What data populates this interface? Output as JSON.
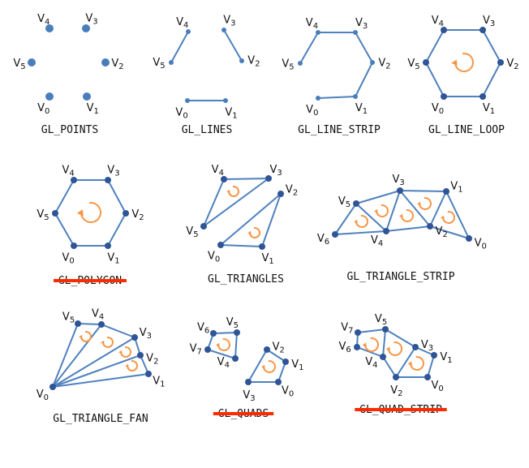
{
  "colors": {
    "line": "#4f81bd",
    "vertex": "#2f5597",
    "vertex_light": "#4a7ebb",
    "arrow": "#f79646",
    "strike": "#ff2a00",
    "text": "#111111"
  },
  "diagrams": [
    {
      "caption": "GL_POINTS",
      "deprecated": false,
      "vertices": [
        "V0",
        "V1",
        "V2",
        "V3",
        "V4",
        "V5"
      ]
    },
    {
      "caption": "GL_LINES",
      "deprecated": false,
      "vertices": [
        "V0",
        "V1",
        "V2",
        "V3",
        "V4",
        "V5"
      ]
    },
    {
      "caption": "GL_LINE_STRIP",
      "deprecated": false,
      "vertices": [
        "V0",
        "V1",
        "V2",
        "V3",
        "V4",
        "V5"
      ]
    },
    {
      "caption": "GL_LINE_LOOP",
      "deprecated": false,
      "vertices": [
        "V0",
        "V1",
        "V2",
        "V3",
        "V4",
        "V5"
      ]
    },
    {
      "caption": "GL_POLYGON",
      "deprecated": true,
      "vertices": [
        "V0",
        "V1",
        "V2",
        "V3",
        "V4",
        "V5"
      ]
    },
    {
      "caption": "GL_TRIANGLES",
      "deprecated": false,
      "vertices": [
        "V0",
        "V1",
        "V2",
        "V3",
        "V4",
        "V5"
      ]
    },
    {
      "caption": "GL_TRIANGLE_STRIP",
      "deprecated": false,
      "vertices": [
        "V0",
        "V1",
        "V2",
        "V3",
        "V4",
        "V5",
        "V6"
      ]
    },
    {
      "caption": "GL_TRIANGLE_FAN",
      "deprecated": false,
      "vertices": [
        "V0",
        "V1",
        "V2",
        "V3",
        "V4",
        "V5"
      ]
    },
    {
      "caption": "GL_QUADS",
      "deprecated": true,
      "vertices": [
        "V0",
        "V1",
        "V2",
        "V3",
        "V4",
        "V5",
        "V6",
        "V7"
      ]
    },
    {
      "caption": "GL_QUAD_STRIP",
      "deprecated": true,
      "vertices": [
        "V0",
        "V1",
        "V2",
        "V3",
        "V4",
        "V5",
        "V6",
        "V7"
      ]
    }
  ]
}
